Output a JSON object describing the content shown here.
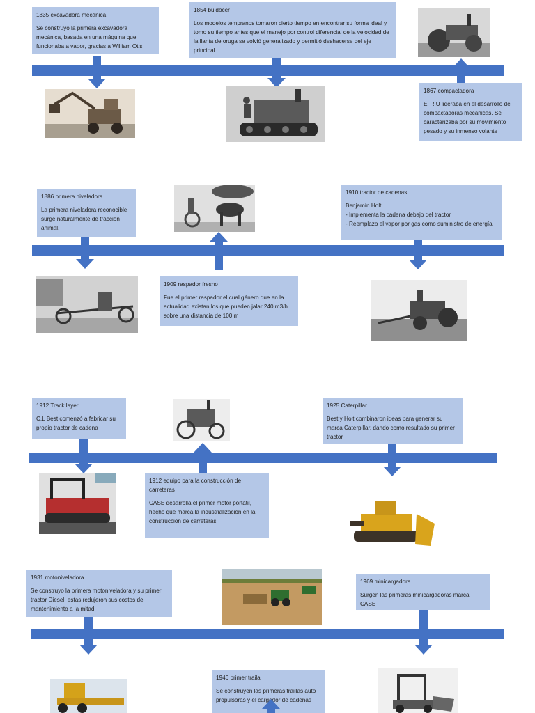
{
  "rows": [
    {
      "events": [
        {
          "title": "1835 excavadora mecánica",
          "body": "Se construyo la primera excavadora mecánica, basada en una máquina que funcionaba a vapor, gracias a William Otis"
        },
        {
          "title": "1854 buldócer",
          "body": "Los modelos tempranos tomaron cierto tiempo en encontrar su forma ideal y tomo su tiempo antes que el manejo por control diferencial de la velocidad de la llanta de oruga se volvió generalizado y permitió deshacerse del eje principal"
        },
        {
          "title": "1867 compactadora",
          "body": "El R.U lideraba en el desarrollo de compactadoras mecánicas. Se caracterizaba por su movimiento pesado y su inmenso volante"
        }
      ]
    },
    {
      "events": [
        {
          "title": "1886 primera niveladora",
          "body": "La primera niveladora reconocible surge naturalmente de tracción animal."
        },
        {
          "title": "1910 tractor de cadenas",
          "body": "Benjamín Holt:\n- Implementa la cadena debajo del tractor\n- Reemplazo el vapor por gas como suministro de energía"
        },
        {
          "title": "1909 raspador fresno",
          "body": "Fue el primer raspador el cual género que en la actualidad existan los que pueden jalar 240 m3/h sobre una distancia de 100 m"
        }
      ]
    },
    {
      "events": [
        {
          "title": "1912 Track layer",
          "body": "C.L Best comenzó a fabricar su propio tractor de cadena"
        },
        {
          "title": "1925 Caterpillar",
          "body": "Best y Holt combinaron ideas para generar su marca Caterpillar, dando como resultado su primer tractor"
        },
        {
          "title": "1912 equipo para la construcción de carreteras",
          "body": "CASE desarrolla el primer motor portátil, hecho que marca la industrialización en la construcción de carreteras"
        }
      ]
    },
    {
      "events": [
        {
          "title": "1931 motoniveladora",
          "body": "Se construyo la primera motoniveladora y su primer tractor Diesel, estas redujeron sus costos de mantenimiento a la mitad"
        },
        {
          "title": "1969 minicargadora",
          "body": "Surgen las primeras minicargadoras marca CASE"
        },
        {
          "title": "1946 primer traila",
          "body": "Se construyen las primeras traillas auto propulsoras y el cargador de cadenas"
        }
      ]
    }
  ],
  "colors": {
    "timeline": "#4472c4",
    "box": "#b4c7e7"
  }
}
